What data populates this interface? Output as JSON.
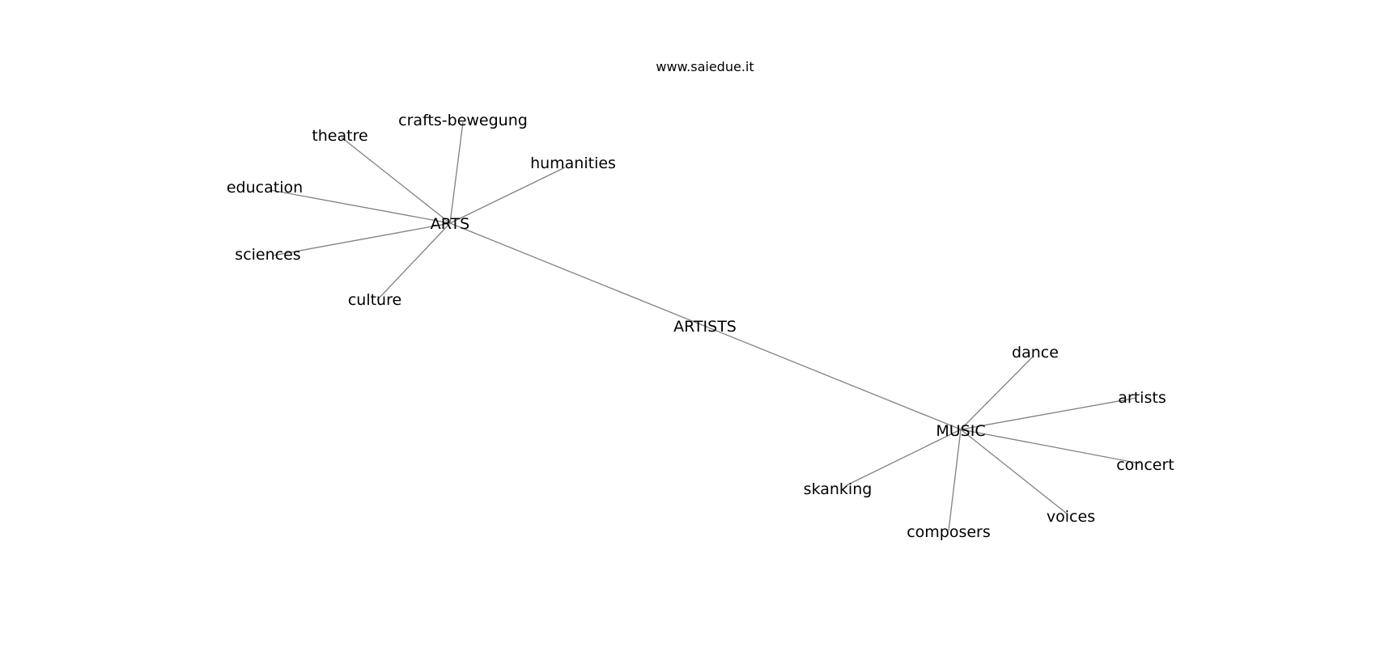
{
  "header": {
    "site": "www.saiedue.it"
  },
  "graph": {
    "hub": "ARTISTS",
    "clusters": [
      {
        "center": "ARTS",
        "leaves": [
          "crafts-bewegung",
          "theatre",
          "humanities",
          "education",
          "sciences",
          "culture"
        ]
      },
      {
        "center": "MUSIC",
        "leaves": [
          "dance",
          "artists",
          "concert",
          "voices",
          "composers",
          "skanking"
        ]
      }
    ]
  },
  "colors": {
    "edge": "#808080",
    "text": "#000000",
    "background": "#ffffff"
  }
}
